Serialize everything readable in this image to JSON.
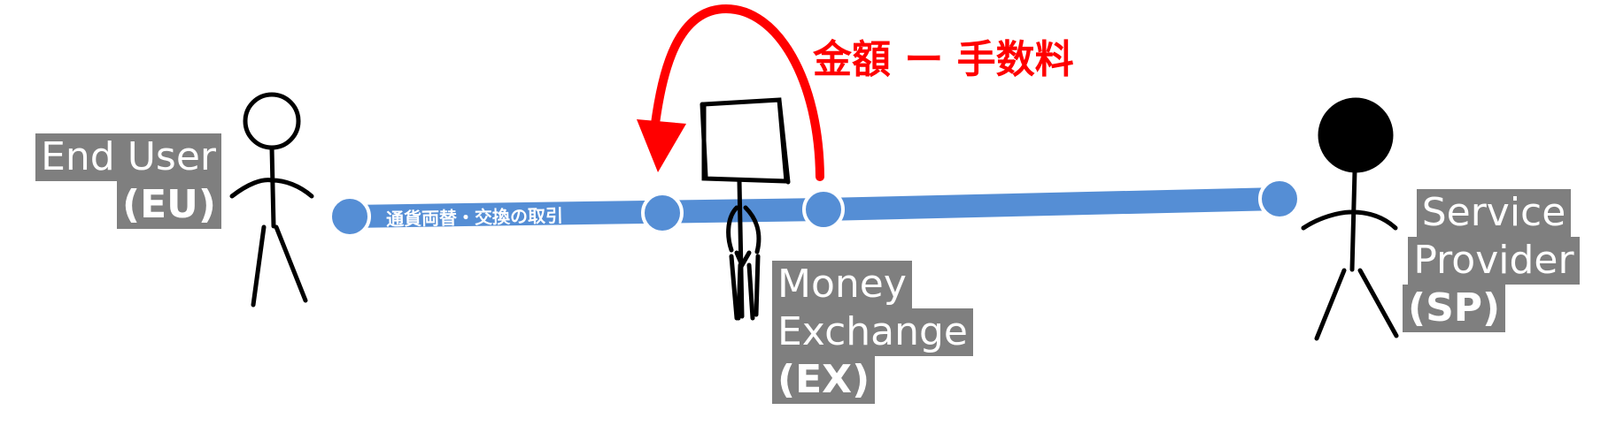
{
  "colors": {
    "path": "#558ed5",
    "fee_arrow": "#ff0000",
    "label_bg": "#7f7f7f",
    "figure": "#000000"
  },
  "transaction_label": "通貨両替・交換の取引",
  "fee_label": "金額 ー 手数料",
  "actors": {
    "end_user": {
      "name": "End User",
      "abbr": "(EU)"
    },
    "money_exchange": {
      "name_line1": "Money",
      "name_line2": "Exchange",
      "abbr": "(EX)"
    },
    "service_provider": {
      "name_line1": "Service",
      "name_line2": "Provider",
      "abbr": "(SP)"
    }
  },
  "icons": {
    "end_user": "stick-figure-open-head-icon",
    "money_exchange": "stick-figure-box-head-icon",
    "service_provider": "stick-figure-filled-head-icon",
    "fee_arrow": "curved-arrow-icon"
  }
}
